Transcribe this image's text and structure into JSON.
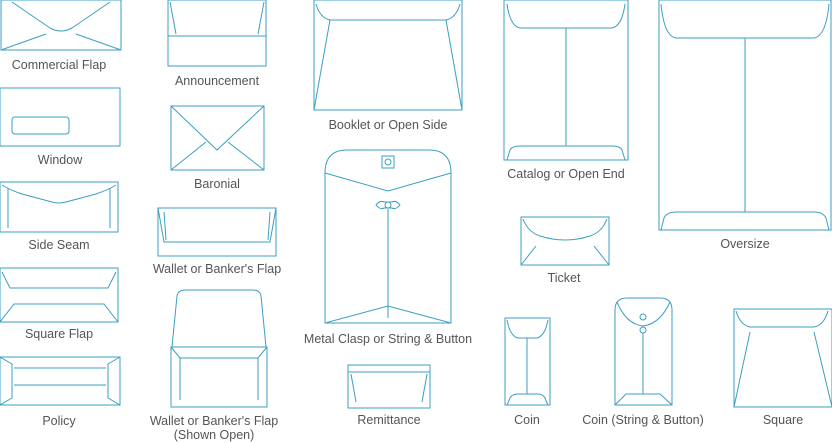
{
  "stroke_color": "#3b9fc3",
  "label_color": "#555555",
  "envelopes": [
    {
      "id": "commercial-flap",
      "label": "Commercial Flap"
    },
    {
      "id": "announcement",
      "label": "Announcement"
    },
    {
      "id": "booklet-open-side",
      "label": "Booklet or Open Side"
    },
    {
      "id": "catalog-open-end",
      "label": "Catalog or Open End"
    },
    {
      "id": "oversize",
      "label": "Oversize"
    },
    {
      "id": "window",
      "label": "Window"
    },
    {
      "id": "baronial",
      "label": "Baronial"
    },
    {
      "id": "side-seam",
      "label": "Side Seam"
    },
    {
      "id": "wallet-bankers-flap",
      "label": "Wallet or Banker's Flap"
    },
    {
      "id": "metal-clasp",
      "label": "Metal Clasp or String & Button"
    },
    {
      "id": "ticket",
      "label": "Ticket"
    },
    {
      "id": "square-flap",
      "label": "Square Flap"
    },
    {
      "id": "policy",
      "label": "Policy"
    },
    {
      "id": "wallet-open",
      "label": "Wallet or Banker's Flap",
      "label_line2": "(Shown Open)"
    },
    {
      "id": "remittance",
      "label": "Remittance"
    },
    {
      "id": "coin",
      "label": "Coin"
    },
    {
      "id": "coin-string",
      "label": "Coin (String & Button)"
    },
    {
      "id": "square",
      "label": "Square"
    }
  ]
}
